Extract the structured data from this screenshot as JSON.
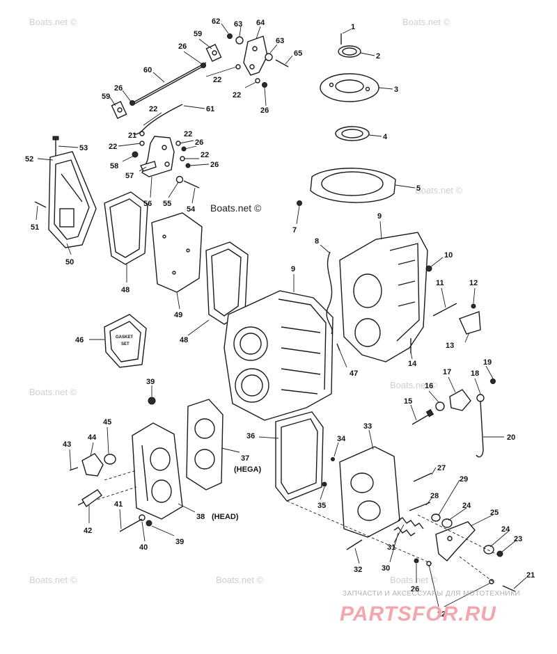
{
  "watermarks": {
    "boats": "Boats.net ©",
    "site_small": "ЗАПЧАСТИ И АКСЕССУАРЫ ДЛЯ МОТОТЕХНИКИ",
    "site_big": "PARTSFOR.RU"
  },
  "gasket_set_label": {
    "line1": "GASKET",
    "line2": "SET"
  },
  "callouts": [
    {
      "id": "1",
      "label": "1"
    },
    {
      "id": "2",
      "label": "2"
    },
    {
      "id": "3",
      "label": "3"
    },
    {
      "id": "4",
      "label": "4"
    },
    {
      "id": "5",
      "label": "5"
    },
    {
      "id": "7",
      "label": "7"
    },
    {
      "id": "8",
      "label": "8"
    },
    {
      "id": "9a",
      "label": "9"
    },
    {
      "id": "9b",
      "label": "9"
    },
    {
      "id": "10",
      "label": "10"
    },
    {
      "id": "11",
      "label": "11"
    },
    {
      "id": "12",
      "label": "12"
    },
    {
      "id": "13",
      "label": "13"
    },
    {
      "id": "14",
      "label": "14"
    },
    {
      "id": "15",
      "label": "15"
    },
    {
      "id": "16",
      "label": "16"
    },
    {
      "id": "17",
      "label": "17"
    },
    {
      "id": "18",
      "label": "18"
    },
    {
      "id": "19",
      "label": "19"
    },
    {
      "id": "20",
      "label": "20"
    },
    {
      "id": "21a",
      "label": "21"
    },
    {
      "id": "21b",
      "label": "21"
    },
    {
      "id": "22a",
      "label": "22"
    },
    {
      "id": "22b",
      "label": "22"
    },
    {
      "id": "22c",
      "label": "22"
    },
    {
      "id": "22d",
      "label": "22"
    },
    {
      "id": "22e",
      "label": "22"
    },
    {
      "id": "22f",
      "label": "22"
    },
    {
      "id": "22g",
      "label": "22"
    },
    {
      "id": "23",
      "label": "23"
    },
    {
      "id": "24a",
      "label": "24"
    },
    {
      "id": "24b",
      "label": "24"
    },
    {
      "id": "25",
      "label": "25"
    },
    {
      "id": "26a",
      "label": "26"
    },
    {
      "id": "26b",
      "label": "26"
    },
    {
      "id": "26c",
      "label": "26"
    },
    {
      "id": "26d",
      "label": "26"
    },
    {
      "id": "26e",
      "label": "26"
    },
    {
      "id": "26f",
      "label": "26"
    },
    {
      "id": "27",
      "label": "27"
    },
    {
      "id": "28",
      "label": "28"
    },
    {
      "id": "29",
      "label": "29"
    },
    {
      "id": "30",
      "label": "30"
    },
    {
      "id": "31",
      "label": "31"
    },
    {
      "id": "32",
      "label": "32"
    },
    {
      "id": "33",
      "label": "33"
    },
    {
      "id": "34",
      "label": "34"
    },
    {
      "id": "35",
      "label": "35"
    },
    {
      "id": "36",
      "label": "36"
    },
    {
      "id": "37",
      "label": "37"
    },
    {
      "id": "38",
      "label": "38"
    },
    {
      "id": "39a",
      "label": "39"
    },
    {
      "id": "39b",
      "label": "39"
    },
    {
      "id": "40",
      "label": "40"
    },
    {
      "id": "41",
      "label": "41"
    },
    {
      "id": "42",
      "label": "42"
    },
    {
      "id": "43",
      "label": "43"
    },
    {
      "id": "44",
      "label": "44"
    },
    {
      "id": "45",
      "label": "45"
    },
    {
      "id": "46",
      "label": "46"
    },
    {
      "id": "47",
      "label": "47"
    },
    {
      "id": "48a",
      "label": "48"
    },
    {
      "id": "48b",
      "label": "48"
    },
    {
      "id": "49",
      "label": "49"
    },
    {
      "id": "50",
      "label": "50"
    },
    {
      "id": "51",
      "label": "51"
    },
    {
      "id": "52",
      "label": "52"
    },
    {
      "id": "53",
      "label": "53"
    },
    {
      "id": "54",
      "label": "54"
    },
    {
      "id": "55",
      "label": "55"
    },
    {
      "id": "56",
      "label": "56"
    },
    {
      "id": "57",
      "label": "57"
    },
    {
      "id": "58",
      "label": "58"
    },
    {
      "id": "59a",
      "label": "59"
    },
    {
      "id": "59b",
      "label": "59"
    },
    {
      "id": "60",
      "label": "60"
    },
    {
      "id": "61",
      "label": "61"
    },
    {
      "id": "62",
      "label": "62"
    },
    {
      "id": "63a",
      "label": "63"
    },
    {
      "id": "63b",
      "label": "63"
    },
    {
      "id": "64",
      "label": "64"
    },
    {
      "id": "65",
      "label": "65"
    }
  ],
  "notes": {
    "hega": "(HEGA)",
    "head": "(HEAD)"
  }
}
